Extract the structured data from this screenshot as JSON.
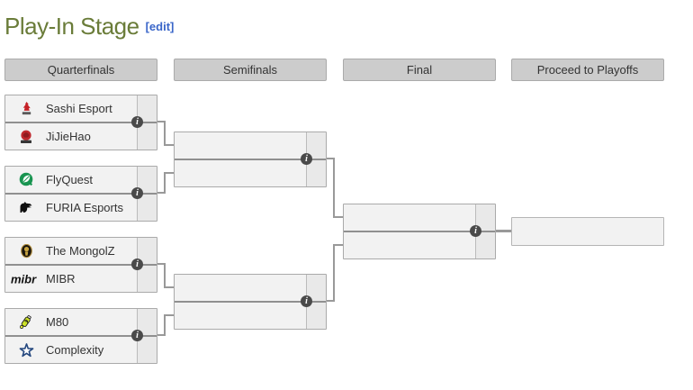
{
  "title": {
    "text": "Play-In Stage",
    "edit": "[edit]"
  },
  "icons": {
    "info": "i",
    "team_logos": [
      "sashi-esport-logo",
      "jijiehao-logo",
      "flyquest-logo",
      "furia-esports-logo",
      "the-mongolz-logo",
      "mibr-logo",
      "m80-logo",
      "complexity-logo"
    ]
  },
  "colors": {
    "title_green": "#6a7c39",
    "edit_link_blue": "#3a66c9",
    "header_bg": "#cccccc",
    "box_bg": "#f2f2f2",
    "score_bg": "#e9e9e9",
    "border": "#aaaaaa",
    "connector": "#999999",
    "info_icon_bg": "#4a4a4a"
  },
  "bracket": {
    "headers": [
      "Quarterfinals",
      "Semifinals",
      "Final",
      "Proceed to Playoffs"
    ],
    "quarterfinals": [
      {
        "top": {
          "name": "Sashi Esport",
          "score": ""
        },
        "bottom": {
          "name": "JiJieHao",
          "score": ""
        }
      },
      {
        "top": {
          "name": "FlyQuest",
          "score": ""
        },
        "bottom": {
          "name": "FURIA Esports",
          "score": ""
        }
      },
      {
        "top": {
          "name": "The MongolZ",
          "score": ""
        },
        "bottom": {
          "name": "MIBR",
          "score": ""
        }
      },
      {
        "top": {
          "name": "M80",
          "score": ""
        },
        "bottom": {
          "name": "Complexity",
          "score": ""
        }
      }
    ],
    "semifinals": [
      {
        "top": {
          "name": "",
          "score": ""
        },
        "bottom": {
          "name": "",
          "score": ""
        }
      },
      {
        "top": {
          "name": "",
          "score": ""
        },
        "bottom": {
          "name": "",
          "score": ""
        }
      }
    ],
    "final": {
      "top": {
        "name": "",
        "score": ""
      },
      "bottom": {
        "name": "",
        "score": ""
      }
    },
    "playoff": {
      "name": ""
    }
  }
}
